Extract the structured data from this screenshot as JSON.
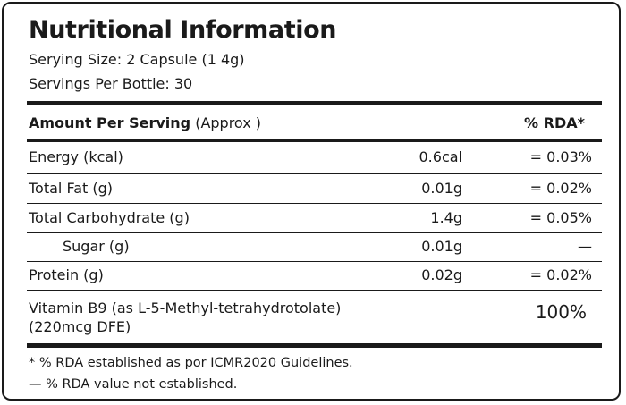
{
  "label": {
    "title": "Nutritional Information",
    "serving_size": "Serying Size: 2 Capsule (1 4g)",
    "servings_per": "Servings Per Bottie: 30",
    "header_bold": "Amount Per Serving",
    "header_normal": " (Approx )",
    "header_rda": "% RDA*"
  },
  "rows": [
    {
      "name": "Energy (kcal)",
      "amount": "0.6cal",
      "rda": "= 0.03%"
    },
    {
      "name": "Total Fat (g)",
      "amount": "0.01g",
      "rda": "= 0.02%"
    },
    {
      "name": "Total Carbohydrate (g)",
      "amount": "1.4g",
      "rda": "= 0.05%"
    },
    {
      "name": "Sugar (g)",
      "amount": "0.01g",
      "rda": "—"
    },
    {
      "name": "Protein (g)",
      "amount": "0.02g",
      "rda": "= 0.02%"
    }
  ],
  "vitamin": {
    "line1": "Vitamin B9 (as L-5-Methyl-tetrahydrotolate)",
    "line2": "(220mcg DFE)",
    "rda": "100%"
  },
  "footnotes": {
    "f1": "* % RDA established as por ICMR2020 Guidelines.",
    "f2": "— % RDA value not established."
  }
}
